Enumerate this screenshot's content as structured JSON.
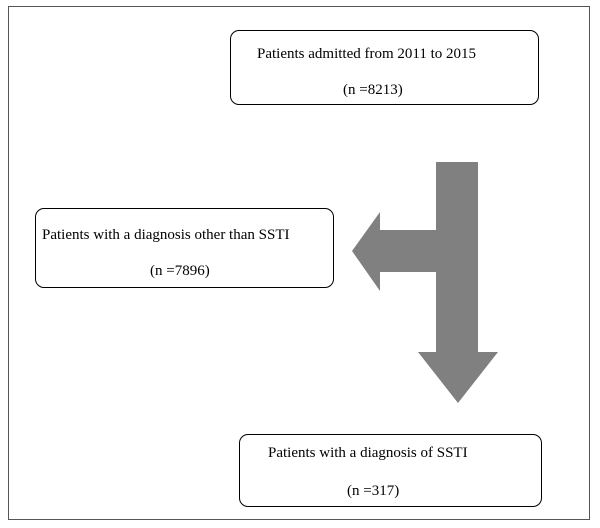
{
  "flowchart": {
    "admitted": {
      "label": "Patients admitted from 2011 to 2015",
      "count": "(n =8213)"
    },
    "other_diagnosis": {
      "label": "Patients with a diagnosis other than SSTI",
      "count": "(n =7896)"
    },
    "ssti_diagnosis": {
      "label": "Patients with a diagnosis of SSTI",
      "count": "(n =317)"
    }
  },
  "colors": {
    "arrow": "#808080",
    "border": "#000000",
    "frame": "#555555"
  }
}
